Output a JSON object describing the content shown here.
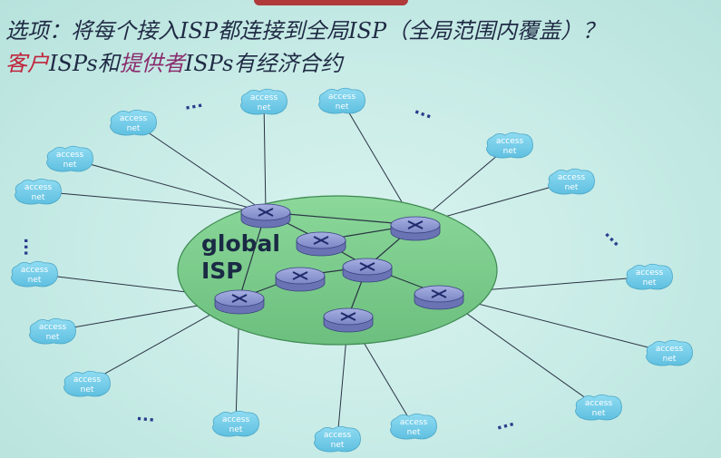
{
  "title": {
    "line1": "选项：将每个接入ISP都连接到全局ISP（全局范围内覆盖）？",
    "line2_part1": "客户",
    "line2_part2": "ISPs和",
    "line2_part3": "提供者",
    "line2_part4": "ISPs有经济合约"
  },
  "diagram": {
    "global_label_line1": "global",
    "global_label_line2": "ISP",
    "access_net_line1": "access",
    "access_net_line2": "net",
    "ellipsis": "..."
  },
  "colors": {
    "background": "#c9ece8",
    "global_isp_fill": "#7fcf8f",
    "access_net_fill": "#7fd0ea",
    "router_fill": "#8c95cc",
    "title_text": "#1f2a44",
    "customer_text": "#c0243b",
    "provider_text": "#8a2d6e"
  }
}
